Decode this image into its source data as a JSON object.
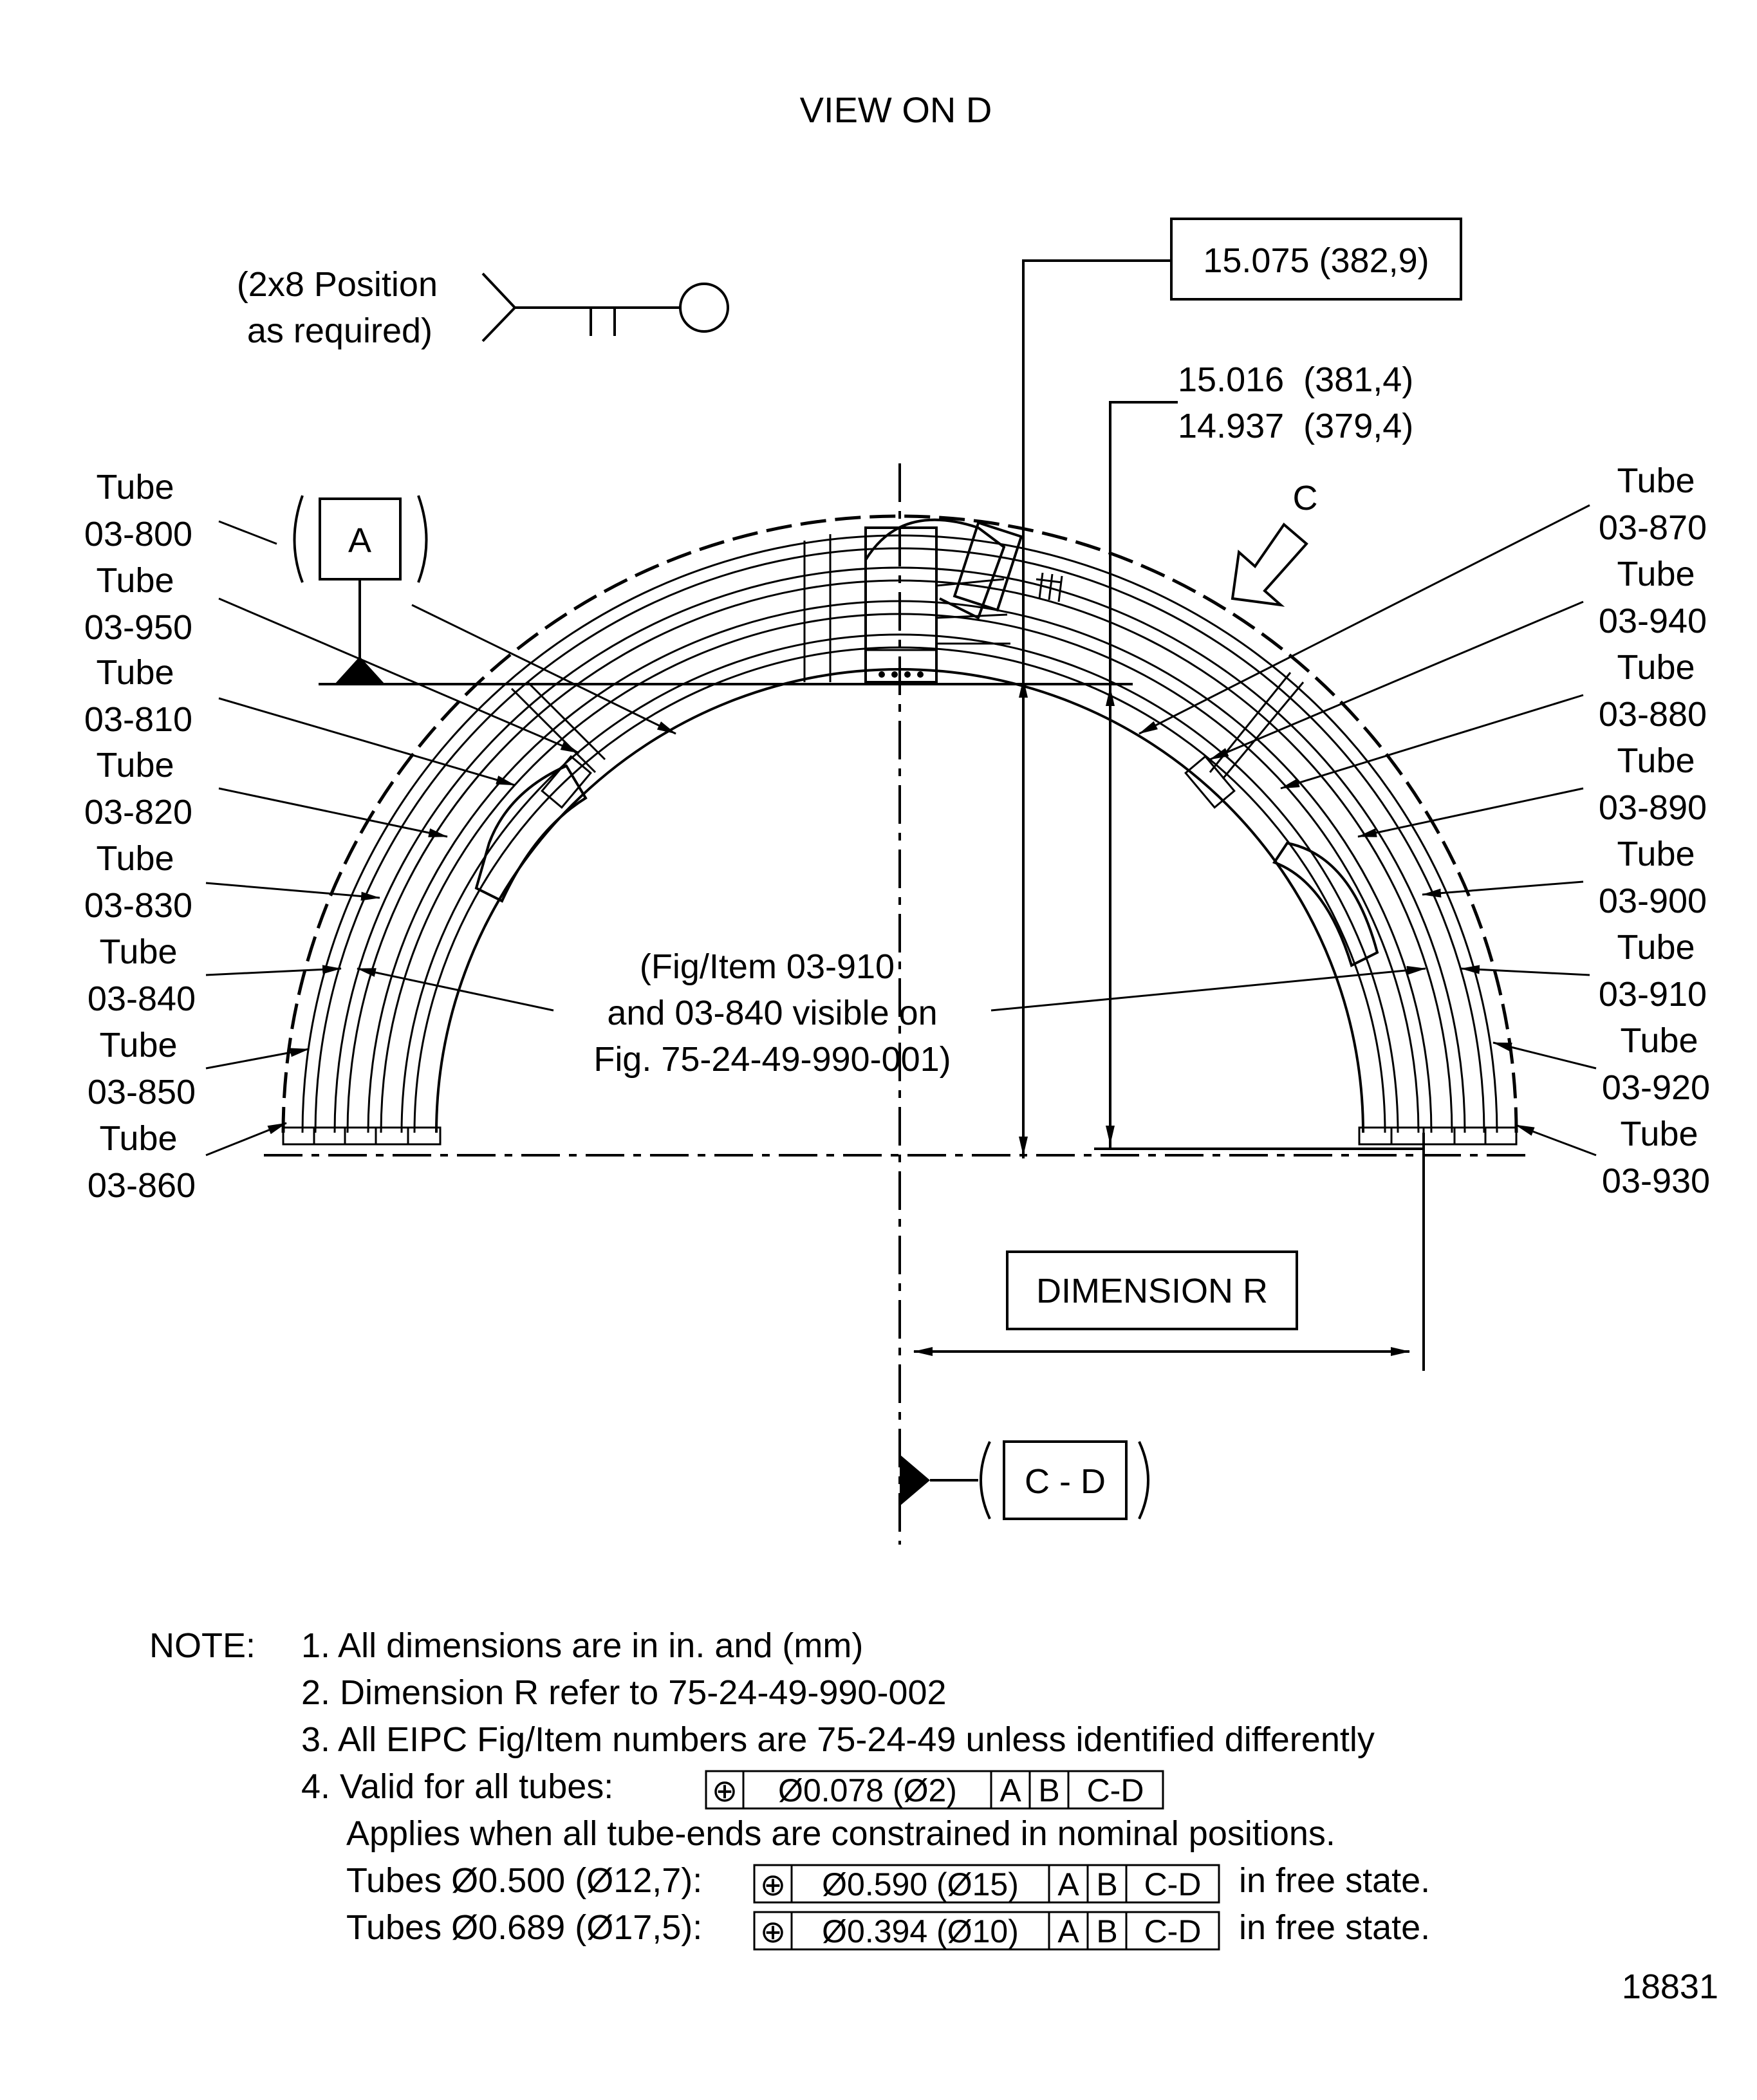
{
  "title": "VIEW ON D",
  "weld_note": [
    "(2x8 Position",
    "as required)"
  ],
  "dimensions": {
    "outer_box": "15.075 (382,9)",
    "inner_line1": "15.016  (381,4)",
    "inner_line2": "14.937  (379,4)",
    "dimension_r": "DIMENSION R"
  },
  "datums": {
    "a": "A",
    "cd": "C - D"
  },
  "view_marker": "C",
  "left_tubes": [
    {
      "word": "Tube",
      "number": "03-800"
    },
    {
      "word": "Tube",
      "number": "03-950"
    },
    {
      "word": "Tube",
      "number": "03-810"
    },
    {
      "word": "Tube",
      "number": "03-820"
    },
    {
      "word": "Tube",
      "number": "03-830"
    },
    {
      "word": "Tube",
      "number": "03-840"
    },
    {
      "word": "Tube",
      "number": "03-850"
    },
    {
      "word": "Tube",
      "number": "03-860"
    }
  ],
  "right_tubes": [
    {
      "word": "Tube",
      "number": "03-870"
    },
    {
      "word": "Tube",
      "number": "03-940"
    },
    {
      "word": "Tube",
      "number": "03-880"
    },
    {
      "word": "Tube",
      "number": "03-890"
    },
    {
      "word": "Tube",
      "number": "03-900"
    },
    {
      "word": "Tube",
      "number": "03-910"
    },
    {
      "word": "Tube",
      "number": "03-920"
    },
    {
      "word": "Tube",
      "number": "03-930"
    }
  ],
  "center_note": [
    "(Fig/Item 03-910",
    "and 03-840 visible on",
    "Fig. 75-24-49-990-001)"
  ],
  "notes": {
    "heading": "NOTE:",
    "n1": "1. All dimensions are in in. and (mm)",
    "n2": "2. Dimension R refer to 75-24-49-990-002",
    "n3": "3. All EIPC Fig/Item numbers are 75-24-49 unless identified differently",
    "n4": "4. Valid for all tubes:",
    "n4_applies": "Applies when all tube-ends are constrained in nominal positions.",
    "tol1_label": "Tubes Ø0.500 (Ø12,7):",
    "tol2_label": "Tubes Ø0.689 (Ø17,5):",
    "free_state": "in free state."
  },
  "frames": {
    "symbol": "⊕",
    "f0": {
      "tol": "Ø0.078 (Ø2)",
      "a": "A",
      "b": "B",
      "cd": "C-D"
    },
    "f1": {
      "tol": "Ø0.590 (Ø15)",
      "a": "A",
      "b": "B",
      "cd": "C-D"
    },
    "f2": {
      "tol": "Ø0.394 (Ø10)",
      "a": "A",
      "b": "B",
      "cd": "C-D"
    }
  },
  "figure_number": "18831"
}
